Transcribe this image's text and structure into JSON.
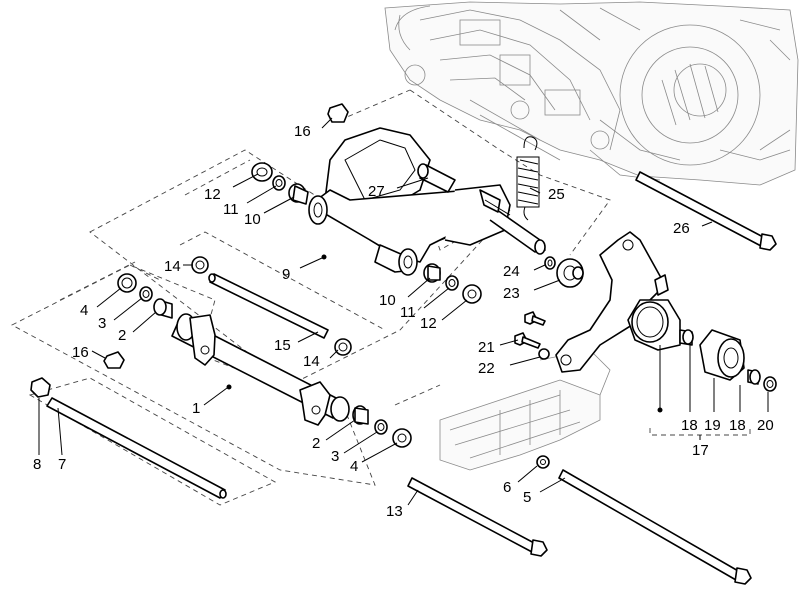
{
  "labels": {
    "l1": "1",
    "l2a": "2",
    "l2b": "2",
    "l3a": "3",
    "l3b": "3",
    "l4a": "4",
    "l4b": "4",
    "l5": "5",
    "l6": "6",
    "l7": "7",
    "l8": "8",
    "l9": "9",
    "l10a": "10",
    "l10b": "10",
    "l11a": "11",
    "l11b": "11",
    "l12a": "12",
    "l12b": "12",
    "l13": "13",
    "l14a": "14",
    "l14b": "14",
    "l15": "15",
    "l16a": "16",
    "l16b": "16",
    "l17": "17",
    "l18a": "18",
    "l18b": "18",
    "l19": "19",
    "l20": "20",
    "l21": "21",
    "l22": "22",
    "l23": "23",
    "l24": "24",
    "l25": "25",
    "l26": "26",
    "l27": "27"
  }
}
